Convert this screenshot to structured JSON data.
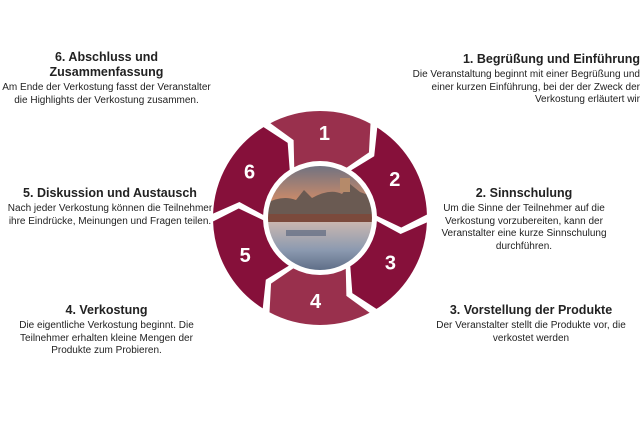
{
  "steps": [
    {
      "number": "1",
      "title": "1. Begrüßung und Einführung",
      "description": "Die Veranstaltung beginnt mit einer Begrüßung und einer kurzen Einführung, bei der der Zweck der Verkostung erläutert wir",
      "color": "#99304d"
    },
    {
      "number": "2",
      "title": "2. Sinnschulung",
      "description": "Um die Sinne der Teilnehmer auf die Verkostung vorzubereiten, kann der Veranstalter eine kurze Sinnschulung durchführen.",
      "color": "#86103a"
    },
    {
      "number": "3",
      "title": "3. Vorstellung der Produkte",
      "description": "Der Veranstalter stellt die Produkte vor, die verkostet werden",
      "color": "#86103a"
    },
    {
      "number": "4",
      "title": "4. Verkostung",
      "description": "Die eigentliche Verkostung beginnt. Die Teilnehmer erhalten kleine Mengen der Produkte zum Probieren.",
      "color": "#99304d"
    },
    {
      "number": "5",
      "title": "5. Diskussion und Austausch",
      "description": "Nach jeder Verkostung können die Teilnehmer ihre Eindrücke, Meinungen und Fragen teilen.",
      "color": "#86103a"
    },
    {
      "number": "6",
      "title": "6. Abschluss und Zusammenfassung",
      "description": "Am Ende der Verkostung fasst der Veranstalter die Highlights der Verkostung zusammen.",
      "color": "#86103a"
    }
  ]
}
